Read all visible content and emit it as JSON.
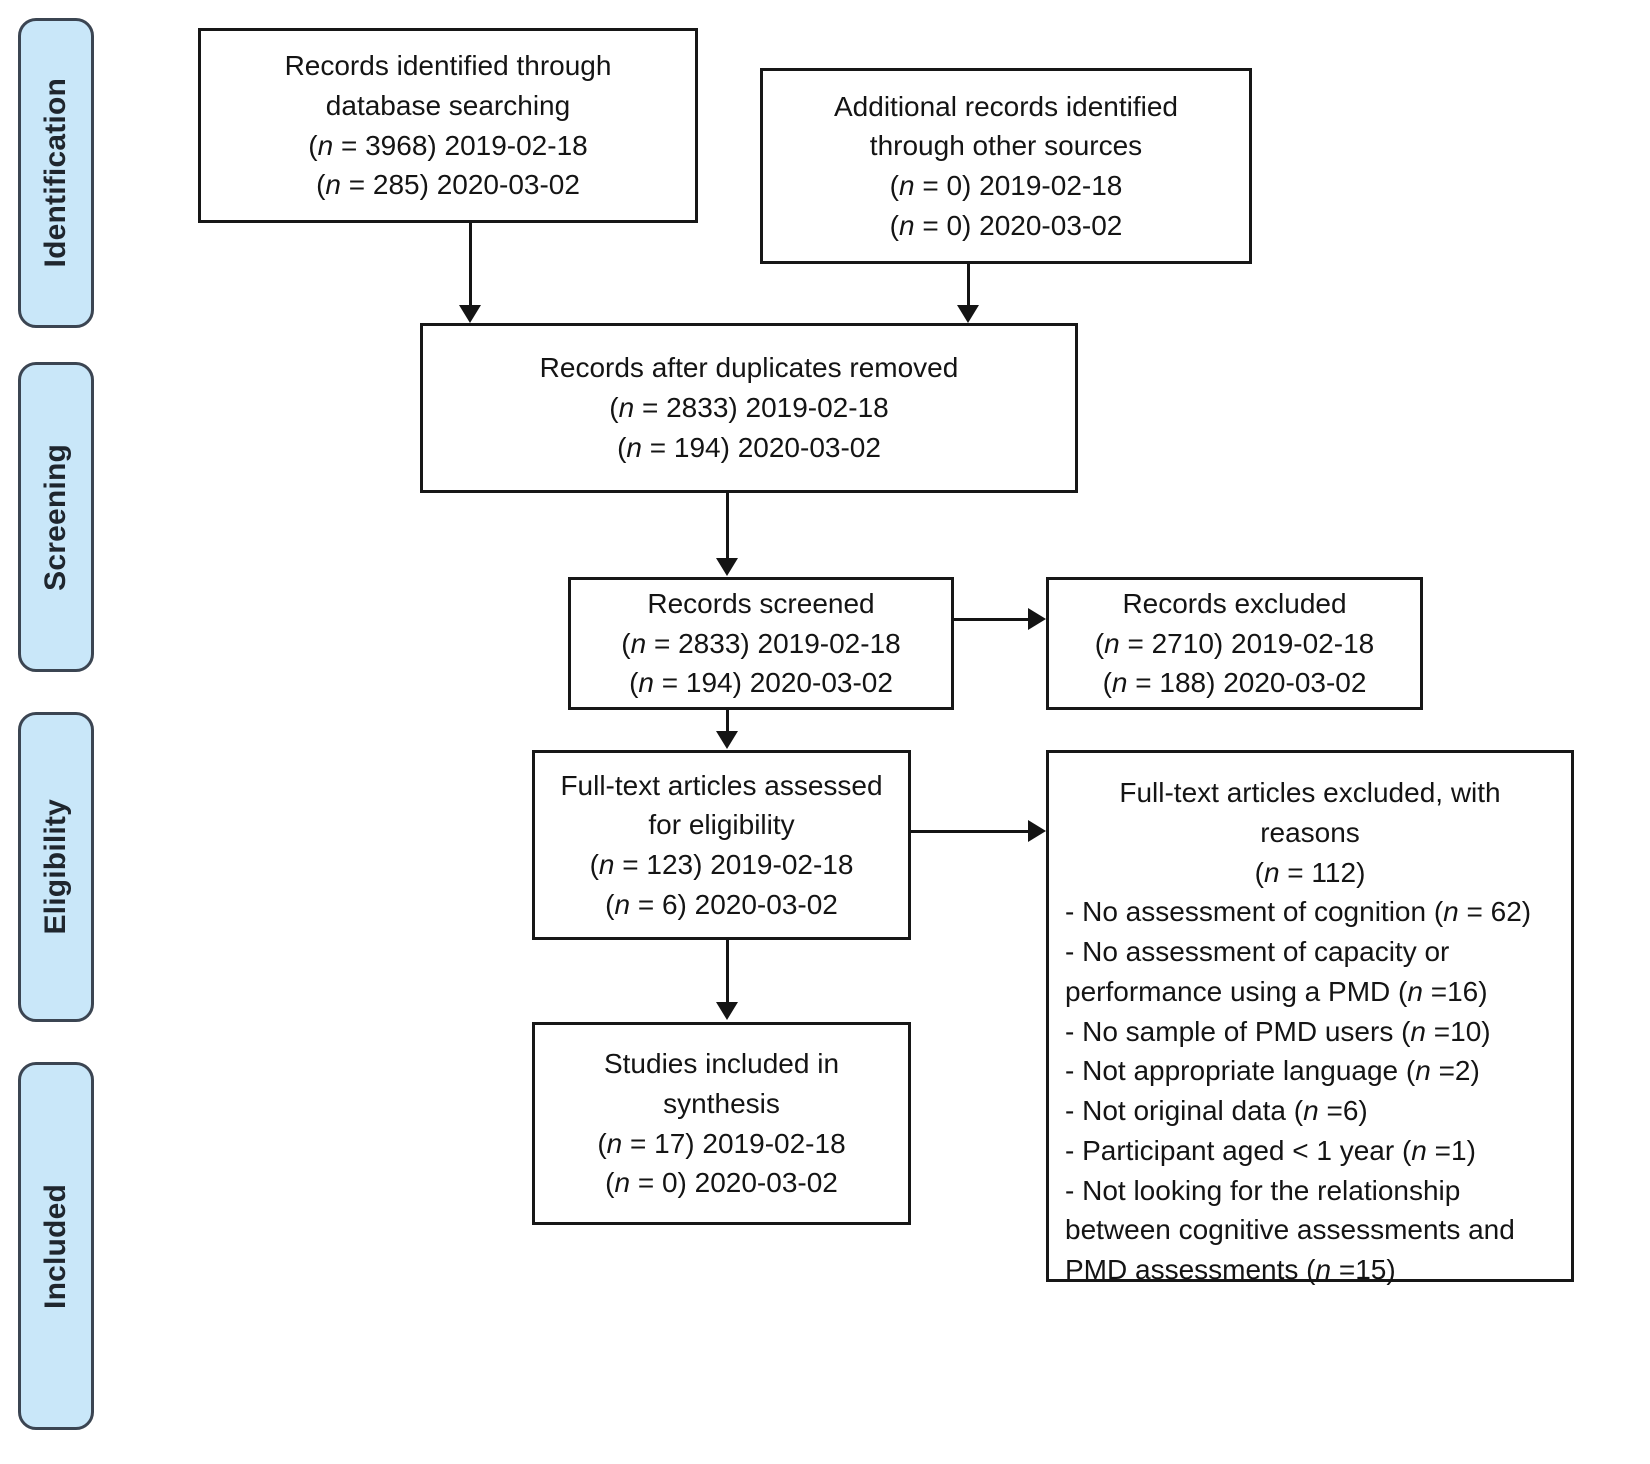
{
  "diagram": {
    "type": "prisma-flow-diagram",
    "stages": [
      {
        "id": "identification",
        "label": "Identification"
      },
      {
        "id": "screening",
        "label": "Screening"
      },
      {
        "id": "eligibility",
        "label": "Eligibility"
      },
      {
        "id": "included",
        "label": "Included"
      }
    ],
    "boxes": {
      "database_search": {
        "title_line_1": "Records identified through",
        "title_line_2": "database searching",
        "count_line_1_prefix": "(",
        "count_line_1_n": "n",
        "count_line_1_value": " = 3968) 2019-02-18",
        "count_line_2_value": " = 285) 2020-03-02"
      },
      "other_sources": {
        "title_line_1": "Additional records identified",
        "title_line_2": "through other sources",
        "count_line_1_value": " = 0) 2019-02-18",
        "count_line_2_value": " = 0) 2020-03-02"
      },
      "duplicates_removed": {
        "title_line_1": "Records after duplicates removed",
        "count_line_1_value": " = 2833) 2019-02-18",
        "count_line_2_value": " = 194) 2020-03-02"
      },
      "records_screened": {
        "title_line_1": "Records screened",
        "count_line_1_value": " = 2833) 2019-02-18",
        "count_line_2_value": " = 194) 2020-03-02"
      },
      "records_excluded": {
        "title_line_1": "Records excluded",
        "count_line_1_value": " = 2710) 2019-02-18",
        "count_line_2_value": " = 188) 2020-03-02"
      },
      "fulltext_assessed": {
        "title_line_1": "Full-text articles assessed",
        "title_line_2": "for eligibility",
        "count_line_1_value": " = 123) 2019-02-18",
        "count_line_2_value": " = 6) 2020-03-02"
      },
      "fulltext_excluded": {
        "title_line_1": "Full-text articles excluded, with",
        "title_line_2": "reasons",
        "count_line_1_value": " = 112)",
        "reasons": [
          {
            "text_before": "- No assessment of cognition (",
            "n": "n",
            "text_after": " = 62)"
          },
          {
            "text_before": "- No assessment of capacity or performance using a PMD (",
            "n": "n",
            "text_after": " =16)"
          },
          {
            "text_before": "- No sample of PMD users (",
            "n": "n",
            "text_after": " =10)"
          },
          {
            "text_before": "- Not appropriate language (",
            "n": "n",
            "text_after": " =2)"
          },
          {
            "text_before": "- Not original data (",
            "n": "n",
            "text_after": " =6)"
          },
          {
            "text_before": "- Participant aged < 1 year (",
            "n": "n",
            "text_after": " =1)"
          },
          {
            "text_before": "- Not looking for the relationship between cognitive assessments and PMD assessments (",
            "n": "n",
            "text_after": " =15)"
          }
        ]
      },
      "studies_included": {
        "title_line_1": "Studies included in",
        "title_line_2": "synthesis",
        "count_line_1_value": " = 17) 2019-02-18",
        "count_line_2_value": " = 0) 2020-03-02"
      }
    },
    "n_symbol": "n",
    "paren_open": "(",
    "colors": {
      "stage_fill": "#c9e7f9",
      "stage_border": "#3b4552",
      "box_border": "#171717",
      "text": "#141414",
      "background": "#ffffff"
    }
  }
}
